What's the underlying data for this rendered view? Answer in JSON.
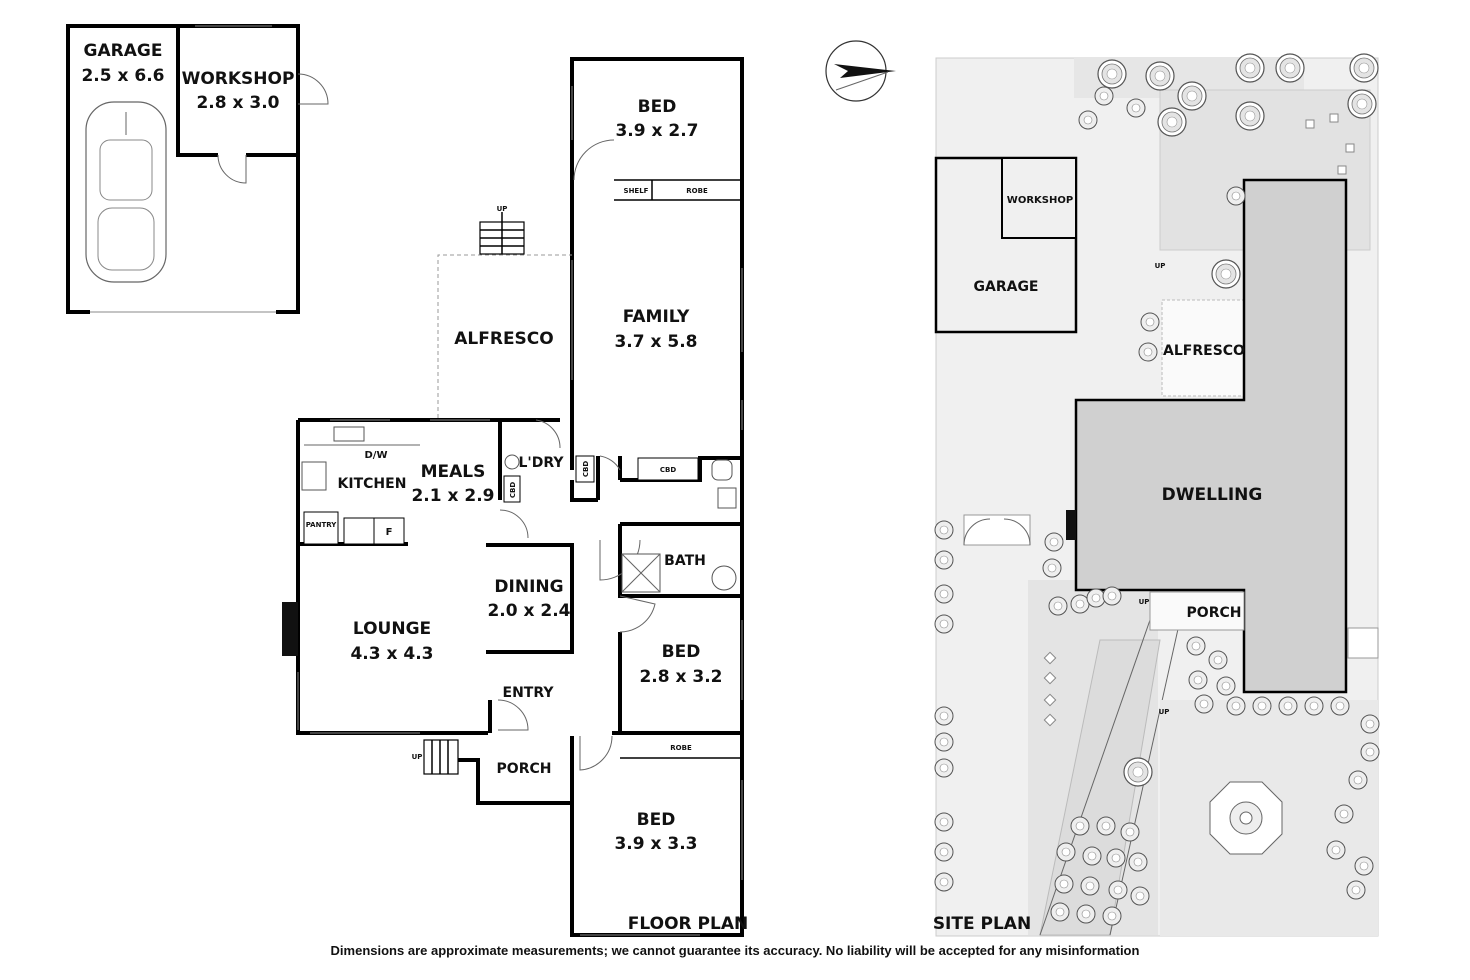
{
  "floor_plan": {
    "title": "FLOOR PLAN",
    "rooms": {
      "garage": {
        "name": "GARAGE",
        "size": "2.5 x 6.6"
      },
      "workshop": {
        "name": "WORKSHOP",
        "size": "2.8 x 3.0"
      },
      "bed1": {
        "name": "BED",
        "size": "3.9 x 2.7"
      },
      "shelf": "SHELF",
      "robe1": "ROBE",
      "family": {
        "name": "FAMILY",
        "size": "3.7 x 5.8"
      },
      "alfresco": "ALFRESCO",
      "up1": "UP",
      "kitchen": "KITCHEN",
      "dw": "D/W",
      "meals": {
        "name": "MEALS",
        "size": "2.1 x 2.9"
      },
      "pantry": "PANTRY",
      "fridge": "F",
      "cbd1": "CBD",
      "laundry": "L'DRY",
      "cbd2": "CBD",
      "cbd3": "CBD",
      "bath": "BATH",
      "dining": {
        "name": "DINING",
        "size": "2.0 x 2.4"
      },
      "lounge": {
        "name": "LOUNGE",
        "size": "4.3 x 4.3"
      },
      "bed2": {
        "name": "BED",
        "size": "2.8 x 3.2"
      },
      "entry": "ENTRY",
      "robe2": "ROBE",
      "porch": "PORCH",
      "up2": "UP",
      "bed3": {
        "name": "BED",
        "size": "3.9 x 3.3"
      }
    }
  },
  "site_plan": {
    "title": "SITE PLAN",
    "labels": {
      "workshop": "WORKSHOP",
      "garage": "GARAGE",
      "alfresco": "ALFRESCO",
      "dwelling": "DWELLING",
      "porch": "PORCH",
      "up1": "UP",
      "up2": "UP",
      "up3": "UP"
    }
  },
  "compass": {
    "icon": "north-arrow-icon"
  },
  "disclaimer": "Dimensions are approximate measurements; we cannot guarantee its accuracy. No liability will be accepted for any misinformation"
}
